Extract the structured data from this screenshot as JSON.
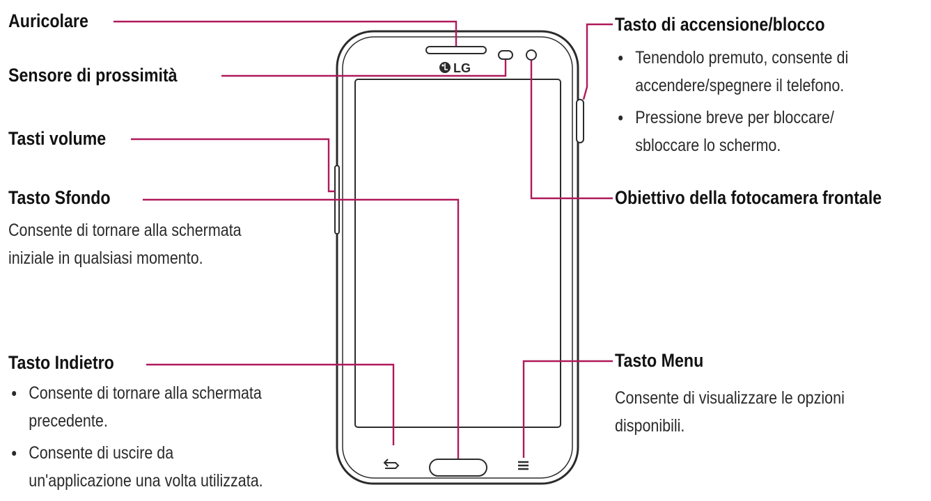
{
  "colors": {
    "leader_line": "#b0195a",
    "phone_outline": "#2b2b2b",
    "text": "#1a1a1a"
  },
  "device": {
    "brand": "LG"
  },
  "callouts": {
    "earpiece": {
      "label": "Auricolare"
    },
    "proximity": {
      "label": "Sensore di prossimità"
    },
    "volume": {
      "label": "Tasti volume"
    },
    "home": {
      "label": "Tasto Sfondo",
      "description": [
        "Consente di tornare alla schermata",
        "iniziale in qualsiasi momento."
      ]
    },
    "back": {
      "label": "Tasto Indietro",
      "bullets": [
        [
          "Consente di tornare alla schermata",
          "precedente."
        ],
        [
          "Consente di uscire da",
          "un'applicazione una volta utilizzata."
        ]
      ]
    },
    "power": {
      "label": "Tasto di accensione/blocco",
      "bullets": [
        [
          "Tenendolo premuto, consente di",
          "accendere/spegnere il telefono."
        ],
        [
          "Pressione breve per bloccare/",
          "sbloccare lo schermo."
        ]
      ]
    },
    "camera": {
      "label": "Obiettivo della fotocamera frontale"
    },
    "menu": {
      "label": "Tasto Menu",
      "description": [
        "Consente di visualizzare le opzioni",
        "disponibili."
      ]
    }
  }
}
